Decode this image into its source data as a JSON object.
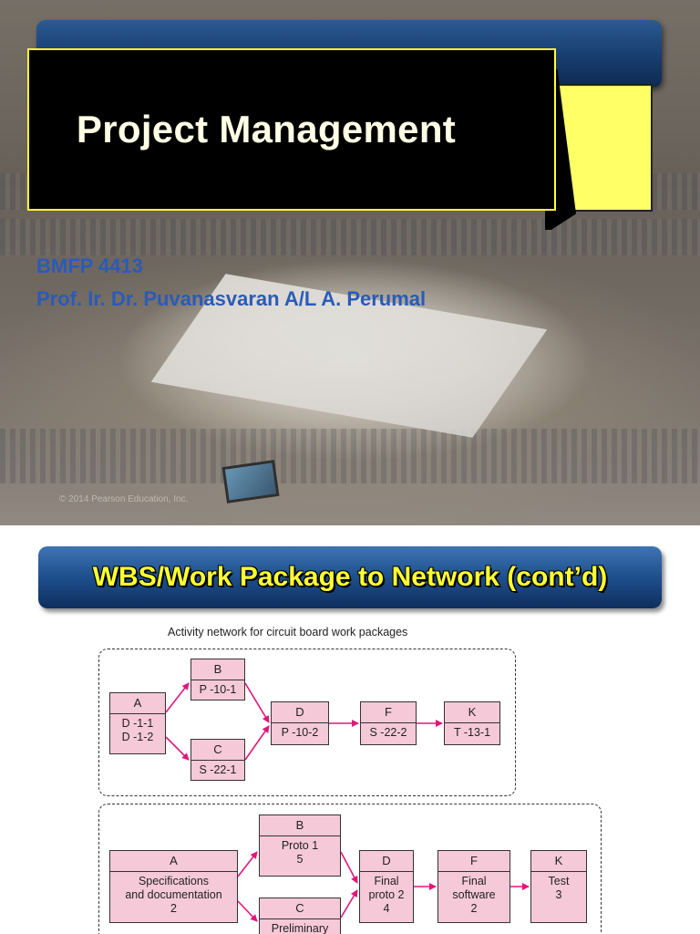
{
  "slide1": {
    "title": "Project Management",
    "course_code": "BMFP 4413",
    "lecturer": "Prof. Ir. Dr. Puvanasvaran A/L A. Perumal",
    "copyright": "© 2014 Pearson Education, Inc."
  },
  "slide2": {
    "title": "WBS/Work Package to Network (cont’d)",
    "caption": "Activity network for circuit board work packages",
    "network1": {
      "A": {
        "label": "A",
        "line1": "D -1-1",
        "line2": "D -1-2"
      },
      "B": {
        "label": "B",
        "line1": "P -10-1"
      },
      "C": {
        "label": "C",
        "line1": "S -22-1"
      },
      "D": {
        "label": "D",
        "line1": "P -10-2"
      },
      "F": {
        "label": "F",
        "line1": "S -22-2"
      },
      "K": {
        "label": "K",
        "line1": "T -13-1"
      }
    },
    "network2": {
      "A": {
        "label": "A",
        "line1": "Specifications",
        "line2": "and documentation",
        "line3": "2"
      },
      "B": {
        "label": "B",
        "line1": "Proto 1",
        "line2": "5"
      },
      "C": {
        "label": "C",
        "line1": "Preliminary"
      },
      "D": {
        "label": "D",
        "line1": "Final",
        "line2": "proto 2",
        "line3": "4"
      },
      "F": {
        "label": "F",
        "line1": "Final",
        "line2": "software",
        "line3": "2"
      },
      "K": {
        "label": "K",
        "line1": "Test",
        "line2": "3"
      }
    }
  },
  "colors": {
    "node_fill": "#f6c9d8",
    "arrow": "#e0177a",
    "subtitle": "#2a5bb8",
    "header_text": "#ffff33",
    "accent_yellow": "#ffff66"
  }
}
